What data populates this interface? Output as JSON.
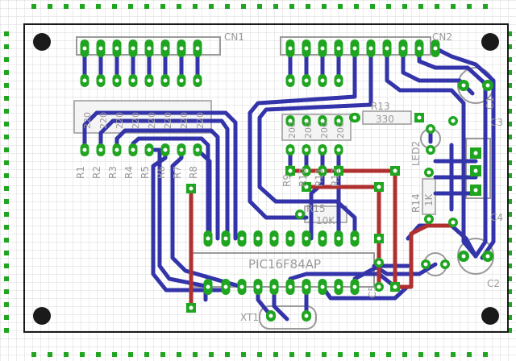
{
  "colors": {
    "background": "#ffffff",
    "grid": "#d9d9d9",
    "pad": "#1fa51f",
    "pad_hole": "#ffffff",
    "trace_bottom": "#3333aa",
    "trace_top": "#b03030",
    "silkscreen": "#9a9a9a",
    "outline": "#1a1a1a"
  },
  "connectors": {
    "cn1": "CN1",
    "cn2": "CN2"
  },
  "resistors": {
    "bank_values": [
      "220",
      "220",
      "220",
      "220",
      "220",
      "220",
      "220",
      "220"
    ],
    "bank_names": [
      "R1",
      "R2",
      "R3",
      "R4",
      "R5",
      "R6",
      "R7",
      "R8"
    ],
    "bank2_values": [
      "200",
      "200",
      "200",
      "200"
    ],
    "bank2_names": [
      "R9",
      "R10",
      "R11",
      "R12"
    ],
    "r13_name": "R13",
    "r13_value": "330",
    "r14_name": "R14",
    "r14_value": "1K",
    "r15_name": "R15",
    "r15_value": "10K"
  },
  "components": {
    "mcu": "PIC16F84AP",
    "crystal": "XT1",
    "led": "LED2",
    "c1": "C1",
    "c2": "C2",
    "c3": "C3",
    "c4": "C4",
    "c5": "C5"
  }
}
